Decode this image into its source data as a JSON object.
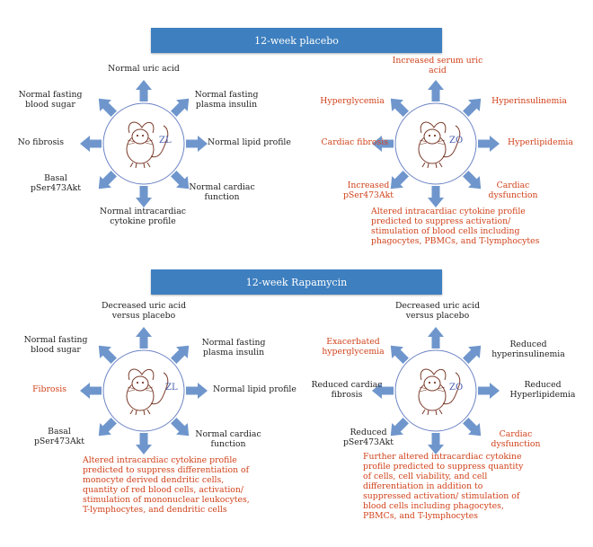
{
  "banners": {
    "top": "12-week placebo",
    "bottom": "12-week Rapamycin"
  },
  "colors": {
    "banner": "#3d7fbf",
    "arrow": "#6f96cc",
    "circle": "#6d84c4",
    "alert_text": "#d0421b",
    "normal_text": "#222222"
  },
  "icons": {
    "animal": "rat-icon",
    "arrow": "arrow-icon"
  },
  "panels": {
    "placebo_zl": {
      "tag": "ZL",
      "top": "Normal uric acid",
      "top_left": "Normal fasting blood sugar",
      "top_right": "Normal fasting plasma insulin",
      "left": "No fibrosis",
      "right": "Normal lipid profile",
      "bottom_left": "Basal pSer473Akt",
      "bottom_right": "Normal cardiac function",
      "bottom": "Normal intracardiac cytokine profile"
    },
    "placebo_zo": {
      "tag": "ZO",
      "top": "Increased serum uric acid",
      "top_left": "Hyperglycemia",
      "top_right": "Hyperinsulinemia",
      "left": "Cardiac fibrosis",
      "right": "Hyperlipidemia",
      "bottom_left": "Increased pSer473Akt",
      "bottom_right": "Cardiac dysfunction",
      "bottom": "Altered intracardiac cytokine profile predicted to suppress activation/ stimulation of blood cells including phagocytes, PBMCs, and T-lymphocytes"
    },
    "rapa_zl": {
      "tag": "ZL",
      "top": "Decreased uric acid versus placebo",
      "top_left": "Normal fasting blood sugar",
      "top_right": "Normal fasting plasma insulin",
      "left": "Fibrosis",
      "right": "Normal lipid profile",
      "bottom_left": "Basal pSer473Akt",
      "bottom_right": "Normal cardiac function",
      "bottom": "Altered intracardiac cytokine profile predicted to suppress differentiation of monocyte derived dendritic cells, quantity of red blood cells, activation/ stimulation of mononuclear leukocytes, T-lymphocytes, and dendritic cells"
    },
    "rapa_zo": {
      "tag": "ZO",
      "top": "Decreased uric acid versus placebo",
      "top_left": "Exacerbated hyperglycemia",
      "top_right": "Reduced hyperinsulinemia",
      "left": "Reduced cardiac fibrosis",
      "right": "Reduced Hyperlipidemia",
      "bottom_left": "Reduced pSer473Akt",
      "bottom_right": "Cardiac dysfunction",
      "bottom": "Further altered intracardiac cytokine profile predicted to suppress quantity of cells, cell viability, and cell differentiation in addition to suppressed activation/ stimulation of blood cells including phagocytes, PBMCs, and T-lymphocytes"
    }
  }
}
